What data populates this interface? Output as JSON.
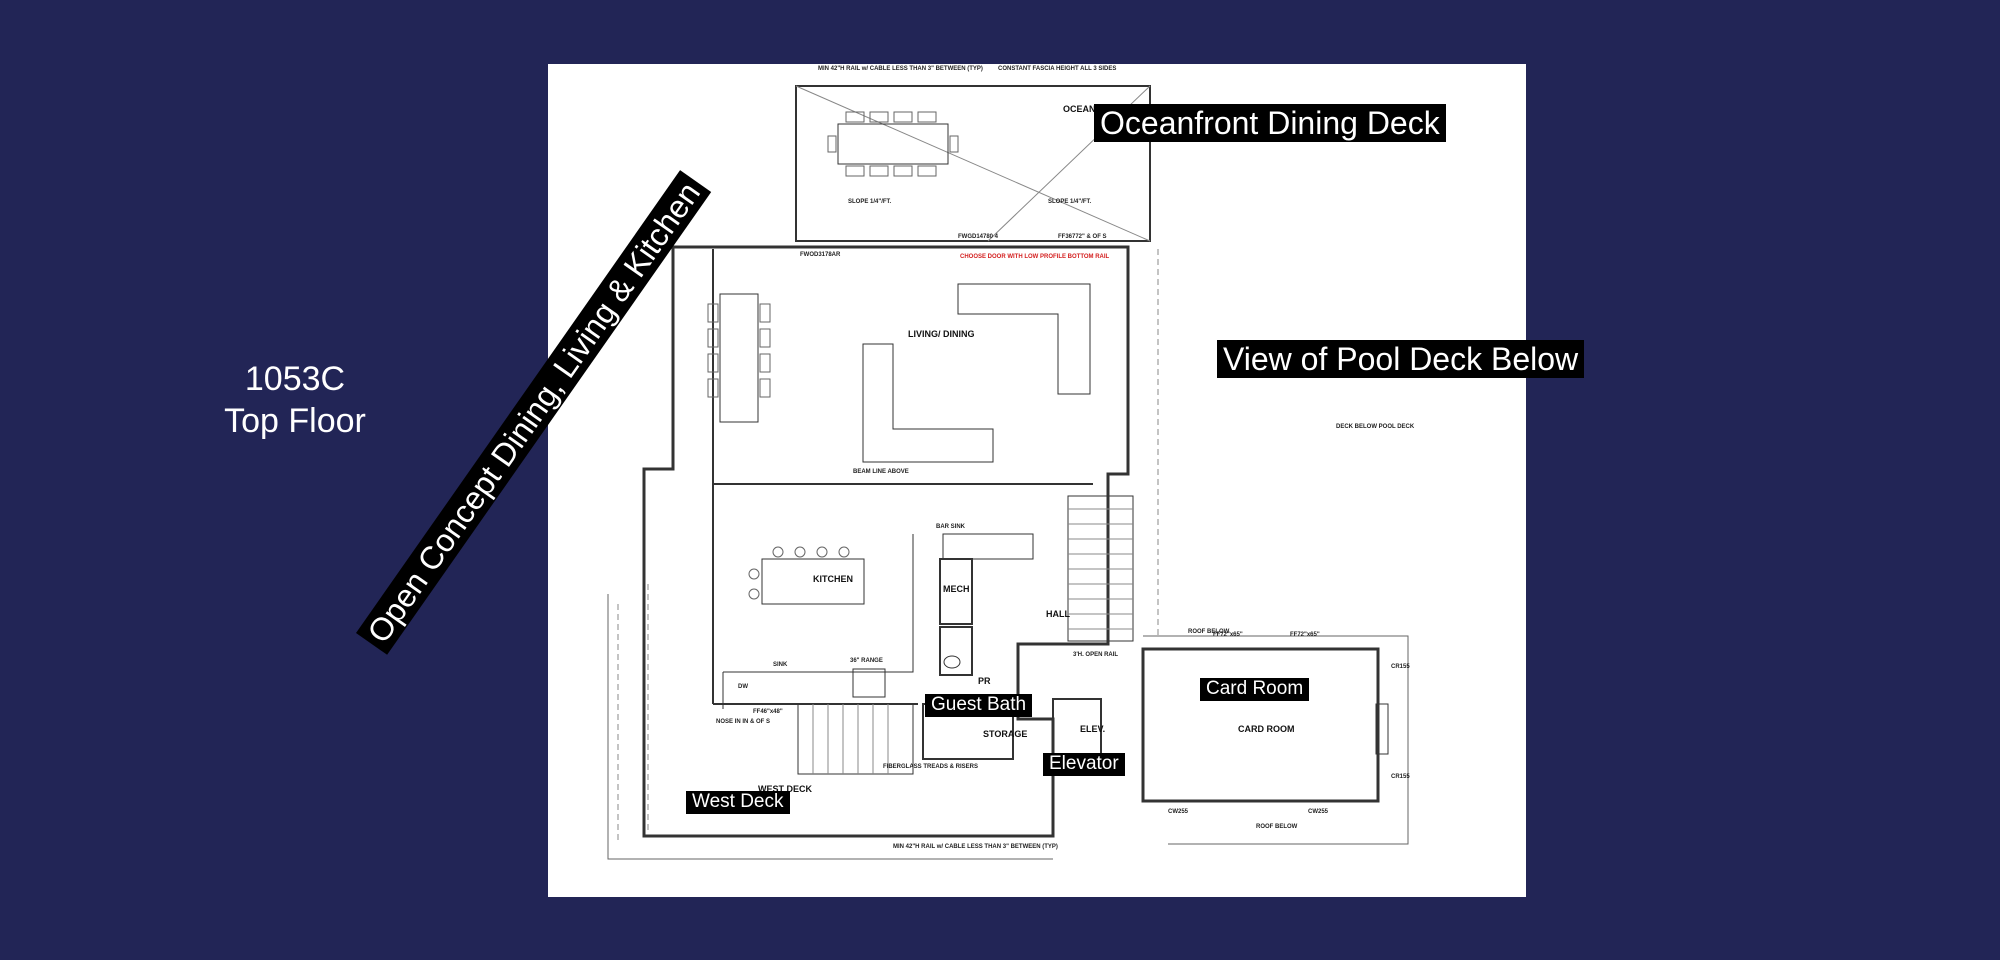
{
  "title": {
    "line1": "1053C",
    "line2": "Top Floor"
  },
  "callouts": {
    "oceanfront": "Oceanfront Dining Deck",
    "pool_view": "View of Pool Deck Below",
    "open_concept": "Open Concept Dining, Living & Kitchen",
    "card_room": "Card Room",
    "guest_bath": "Guest Bath",
    "elevator": "Elevator",
    "west_deck": "West Deck"
  },
  "plan_rooms": {
    "oceanfront_deck": "OCEANFRONT DECK",
    "living_dining": "LIVING/ DINING",
    "kitchen": "KITCHEN",
    "mech": "MECH",
    "hall": "HALL",
    "pr": "PR",
    "storage": "STORAGE",
    "elev": "ELEV.",
    "card_room": "CARD ROOM",
    "west_deck": "WEST DECK"
  },
  "plan_notes": {
    "rail_top": "MIN 42\"H RAIL w/ CABLE LESS THAN 3\" BETWEEN (TYP)",
    "fascia": "CONSTANT FASCIA HEIGHT ALL 3 SIDES",
    "door_red": "CHOOSE DOOR WITH LOW PROFILE BOTTOM RAIL",
    "door_slider": "FWGD14780 4",
    "door_fr": "FF36772\" & OF S",
    "door_west": "FWOD3178AR",
    "slope_1": "SLOPE 1/4\"/FT.",
    "slope_2": "SLOPE 1/4\"/FT.",
    "beam": "BEAM LINE ABOVE",
    "bar_sink": "BAR SINK",
    "sink": "SINK",
    "range": "36\" RANGE",
    "dw": "DW",
    "roof_below_1": "ROOF BELOW",
    "roof_below_2": "ROOF BELOW",
    "deck_below": "DECK BELOW POOL DECK",
    "open_rail": "3'H. OPEN RAIL",
    "card_door_1": "FF72\"x65\"",
    "card_door_2": "FF72\"x65\"",
    "cw_1": "CW255",
    "cw_2": "CW255",
    "cr_1": "CR155",
    "cr_2": "CR155",
    "treads": "FIBERGLASS TREADS & RISERS",
    "rail_bottom": "MIN 42\"H RAIL w/ CABLE LESS THAN 3\" BETWEEN (TYP)",
    "nosing": "NOSE IN IN & OF S",
    "ff_west": "FF46\"x48\""
  }
}
